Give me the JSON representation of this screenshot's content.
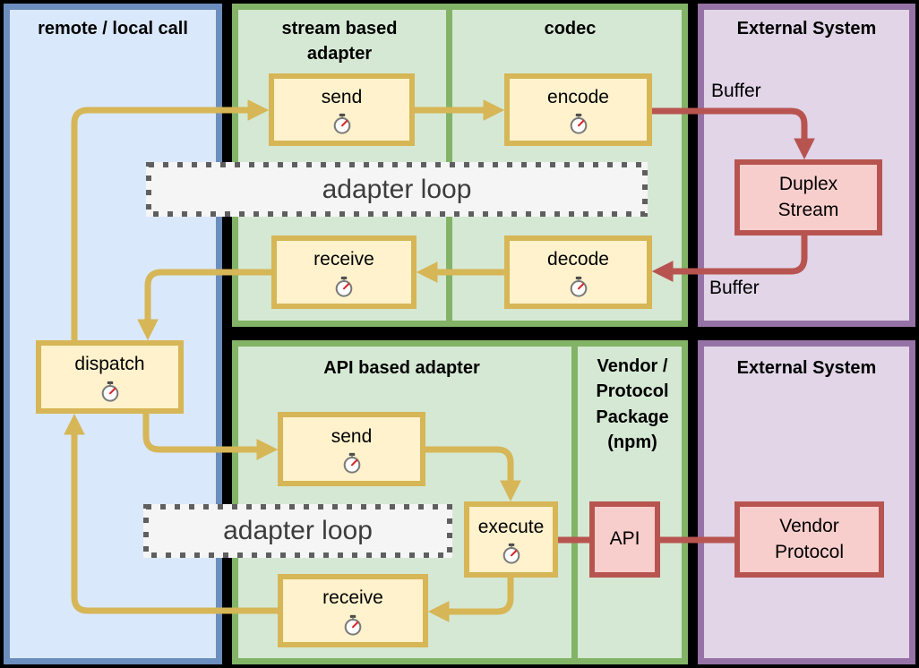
{
  "colors": {
    "background": "#000000",
    "panel_blue_fill": "#dae8fc",
    "panel_blue_stroke": "#6c8ebf",
    "panel_green_fill": "#d5e8d4",
    "panel_green_stroke": "#82b366",
    "panel_purple_fill": "#e1d5e7",
    "panel_purple_stroke": "#9673a6",
    "node_yellow_fill": "#fff2cc",
    "node_yellow_stroke": "#d6b656",
    "node_red_fill": "#f8cecc",
    "node_red_stroke": "#b85450",
    "loop_fill": "#f5f5f5",
    "loop_dot_color": "#5f5f5f",
    "arrow_gold": "#d6b656",
    "arrow_red": "#b85450"
  },
  "panels": {
    "remote_local": {
      "title": "remote / local call"
    },
    "stream_adapter": {
      "title": "stream based adapter"
    },
    "codec": {
      "title": "codec"
    },
    "external_top": {
      "title": "External System"
    },
    "api_adapter": {
      "title": "API based adapter"
    },
    "vendor_package": {
      "title": "Vendor / Protocol Package (npm)"
    },
    "external_bottom": {
      "title": "External System"
    }
  },
  "nodes": {
    "send_top": {
      "label": "send",
      "icon": "timer-icon"
    },
    "encode": {
      "label": "encode",
      "icon": "timer-icon"
    },
    "receive_top": {
      "label": "receive",
      "icon": "timer-icon"
    },
    "decode": {
      "label": "decode",
      "icon": "timer-icon"
    },
    "dispatch": {
      "label": "dispatch",
      "icon": "timer-icon"
    },
    "send_bottom": {
      "label": "send",
      "icon": "timer-icon"
    },
    "execute": {
      "label": "execute",
      "icon": "timer-icon"
    },
    "receive_bottom": {
      "label": "receive",
      "icon": "timer-icon"
    },
    "duplex_stream": {
      "label": "Duplex Stream"
    },
    "api": {
      "label": "API"
    },
    "vendor_protocol": {
      "label": "Vendor Protocol"
    }
  },
  "loops": {
    "top": {
      "label": "adapter loop"
    },
    "bottom": {
      "label": "adapter loop"
    }
  },
  "edge_labels": {
    "buffer_top": "Buffer",
    "buffer_bottom": "Buffer"
  }
}
